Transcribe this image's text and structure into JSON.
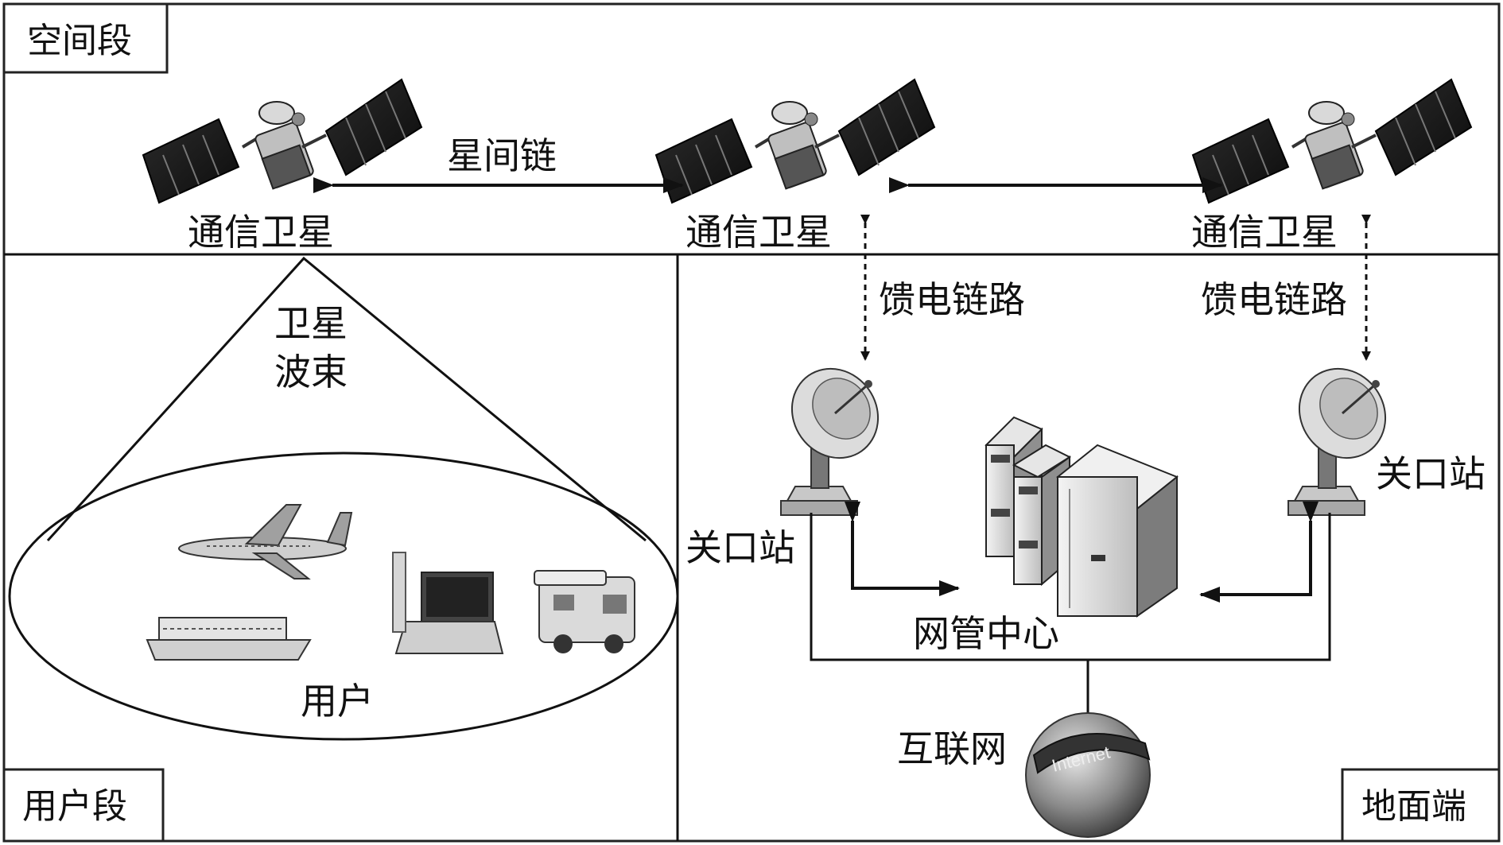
{
  "segments": {
    "space": "空间段",
    "user": "用户段",
    "ground": "地面端"
  },
  "satellites": {
    "left": "通信卫星",
    "middle": "通信卫星",
    "right": "通信卫星"
  },
  "links": {
    "inter_satellite": "星间链",
    "feeder_left": "馈电链路",
    "feeder_right": "馈电链路"
  },
  "beam": {
    "line1": "卫星",
    "line2": "波束"
  },
  "users_label": "用户",
  "gateways": {
    "left": "关口站",
    "right": "关口站"
  },
  "nms_center": "网管中心",
  "internet": {
    "label": "互联网",
    "globe_text": "Internet"
  }
}
